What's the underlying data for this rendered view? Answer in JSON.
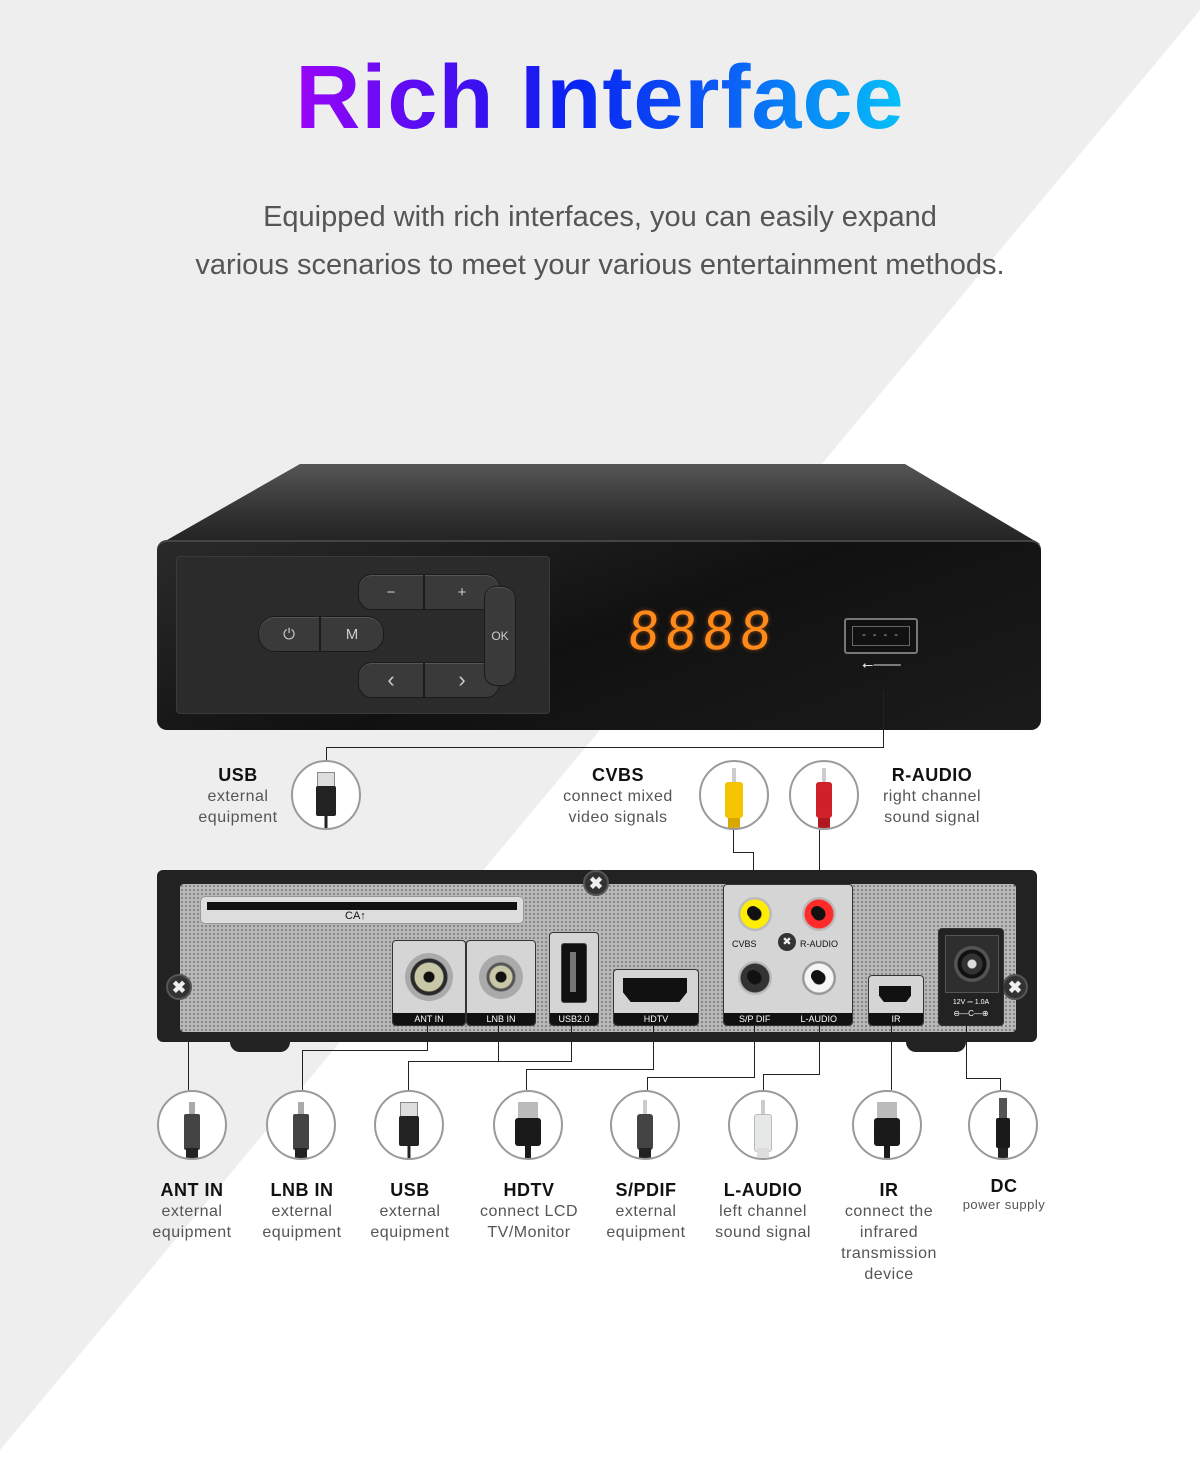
{
  "header": {
    "title": "Rich Interface",
    "subtitle_line1": "Equipped with rich interfaces, you can easily expand",
    "subtitle_line2": "various scenarios to meet your various entertainment methods.",
    "title_gradient": [
      "#9a05f7",
      "#0a22f2",
      "#05c2f7"
    ]
  },
  "front_panel": {
    "buttons": {
      "power": "⏻",
      "menu": "M",
      "minus": "−",
      "plus": "+",
      "ok": "OK",
      "left": "‹",
      "right": "›"
    },
    "display": "8888",
    "display_color": "#ff8a1a",
    "usb_slot_glyph": "- - - -",
    "usb_symbol": "⭠⮕"
  },
  "top_callouts": [
    {
      "title": "USB",
      "line1": "external",
      "line2": "equipment"
    },
    {
      "title": "CVBS",
      "line1": "connect mixed",
      "line2": "video signals"
    },
    {
      "title": "R-AUDIO",
      "line1": "right channel",
      "line2": "sound signal"
    }
  ],
  "rear_panel": {
    "ca_label": "CA↑",
    "ports": {
      "ant_in": "ANT IN",
      "lnb_in": "LNB IN",
      "usb": "USB2.0",
      "hdtv": "HDTV",
      "cvbs": "CVBS",
      "r_audio": "R-AUDIO",
      "spdif": "S/P DIF",
      "l_audio": "L-AUDIO",
      "ir": "IR",
      "dc_rating": "12V ⎓ 1.0A",
      "dc_polarity": "⊖—C—⊕"
    },
    "screw_glyph": "✖"
  },
  "bottom_callouts": [
    {
      "title": "ANT IN",
      "lines": [
        "external",
        "equipment"
      ]
    },
    {
      "title": "LNB IN",
      "lines": [
        "external",
        "equipment"
      ]
    },
    {
      "title": "USB",
      "lines": [
        "external",
        "equipment"
      ]
    },
    {
      "title": "HDTV",
      "lines": [
        "connect LCD",
        "TV/Monitor"
      ]
    },
    {
      "title": "S/PDIF",
      "lines": [
        "external",
        "equipment"
      ]
    },
    {
      "title": "L-AUDIO",
      "lines": [
        "left channel",
        "sound signal"
      ]
    },
    {
      "title": "IR",
      "lines": [
        "connect the",
        "infrared",
        "transmission",
        "device"
      ]
    },
    {
      "title": "DC",
      "lines": [
        "power supply"
      ]
    }
  ]
}
